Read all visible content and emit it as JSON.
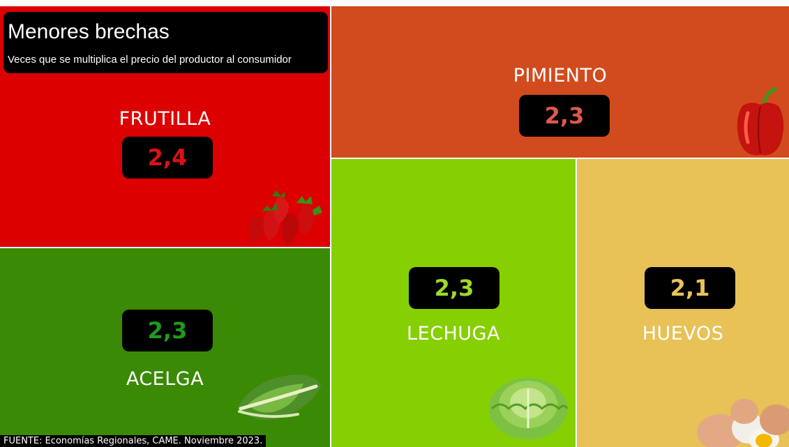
{
  "header": {
    "title": "Menores brechas",
    "subtitle": "Veces que se multiplica el precio del productor al consumidor"
  },
  "footer": {
    "source": "FUENTE: Economías Regionales, CAME. Noviembre 2023."
  },
  "chart_data": {
    "type": "treemap",
    "items": [
      {
        "name": "FRUTILLA",
        "value_label": "2,4",
        "value": 2.4,
        "color": "#dd0000",
        "value_color": "#dd1111",
        "icon": "strawberries-icon"
      },
      {
        "name": "PIMIENTO",
        "value_label": "2,3",
        "value": 2.3,
        "color": "#d14b1e",
        "value_color": "#e0584a",
        "icon": "red-pepper-icon"
      },
      {
        "name": "ACELGA",
        "value_label": "2,3",
        "value": 2.3,
        "color": "#3a8a06",
        "value_color": "#1e9a1e",
        "icon": "chard-icon"
      },
      {
        "name": "LECHUGA",
        "value_label": "2,3",
        "value": 2.3,
        "color": "#86cf03",
        "value_color": "#9ed82a",
        "icon": "lettuce-icon"
      },
      {
        "name": "HUEVOS",
        "value_label": "2,1",
        "value": 2.1,
        "color": "#e8c157",
        "value_color": "#ecc35a",
        "icon": "eggs-icon"
      }
    ]
  }
}
